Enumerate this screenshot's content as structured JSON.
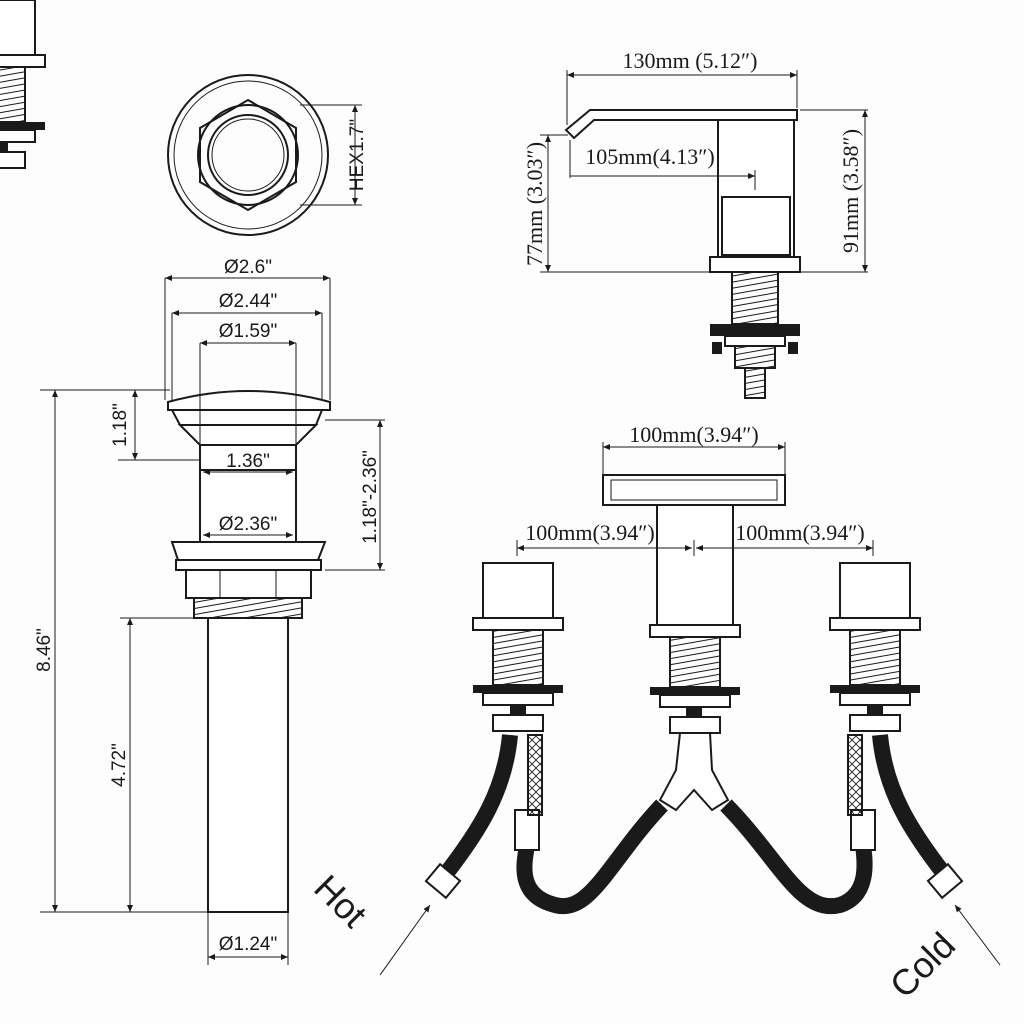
{
  "drain": {
    "hex": "HEX1.7\"",
    "d_outer": "Ø2.6\"",
    "d_cap": "Ø2.44\"",
    "d_inner": "Ø1.59\"",
    "cap_height": "1.18\"",
    "neck": "1.36\"",
    "adjust": "1.18\"-2.36\"",
    "d_body": "Ø2.36\"",
    "total_height": "8.46\"",
    "pipe_length": "4.72\"",
    "d_pipe": "Ø1.24\""
  },
  "faucet_side": {
    "length": "130mm (5.12″)",
    "reach": "105mm(4.13″)",
    "spout_height": "77mm (3.03″)",
    "total_height": "91mm (3.58″)"
  },
  "faucet_front": {
    "spout_width": "100mm(3.94″)",
    "left_spacing": "100mm(3.94″)",
    "right_spacing": "100mm(3.94″)",
    "hot": "Hot",
    "cold": "Cold"
  }
}
